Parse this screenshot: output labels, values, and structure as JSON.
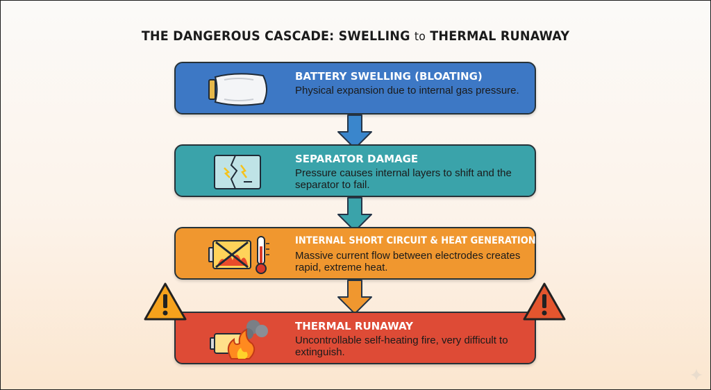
{
  "title": {
    "part1": "THE DANGEROUS CASCADE: SWELLING",
    "connector": "to",
    "part2": "THERMAL RUNAWAY"
  },
  "steps": [
    {
      "title": "BATTERY SWELLING (BLOATING)",
      "description": "Physical expansion due to internal gas pressure.",
      "icon": "swollen-battery-icon",
      "color": "#3d78c5"
    },
    {
      "title": "SEPARATOR DAMAGE",
      "description": "Pressure causes internal layers to shift and the separator to fail.",
      "icon": "damaged-separator-icon",
      "color": "#3aa3aa"
    },
    {
      "title": "INTERNAL SHORT CIRCUIT & HEAT GENERATION",
      "description": "Massive current flow between electrodes creates rapid, extreme heat.",
      "icon": "short-circuit-thermometer-icon",
      "color": "#f0972f"
    },
    {
      "title": "THERMAL RUNAWAY",
      "description": "Uncontrollable self-heating fire, very difficult to extinguish.",
      "icon": "burning-battery-icon",
      "color": "#de4b36"
    }
  ],
  "warning_icon": "warning-triangle-icon",
  "arrow_color": "#3a8fd0"
}
